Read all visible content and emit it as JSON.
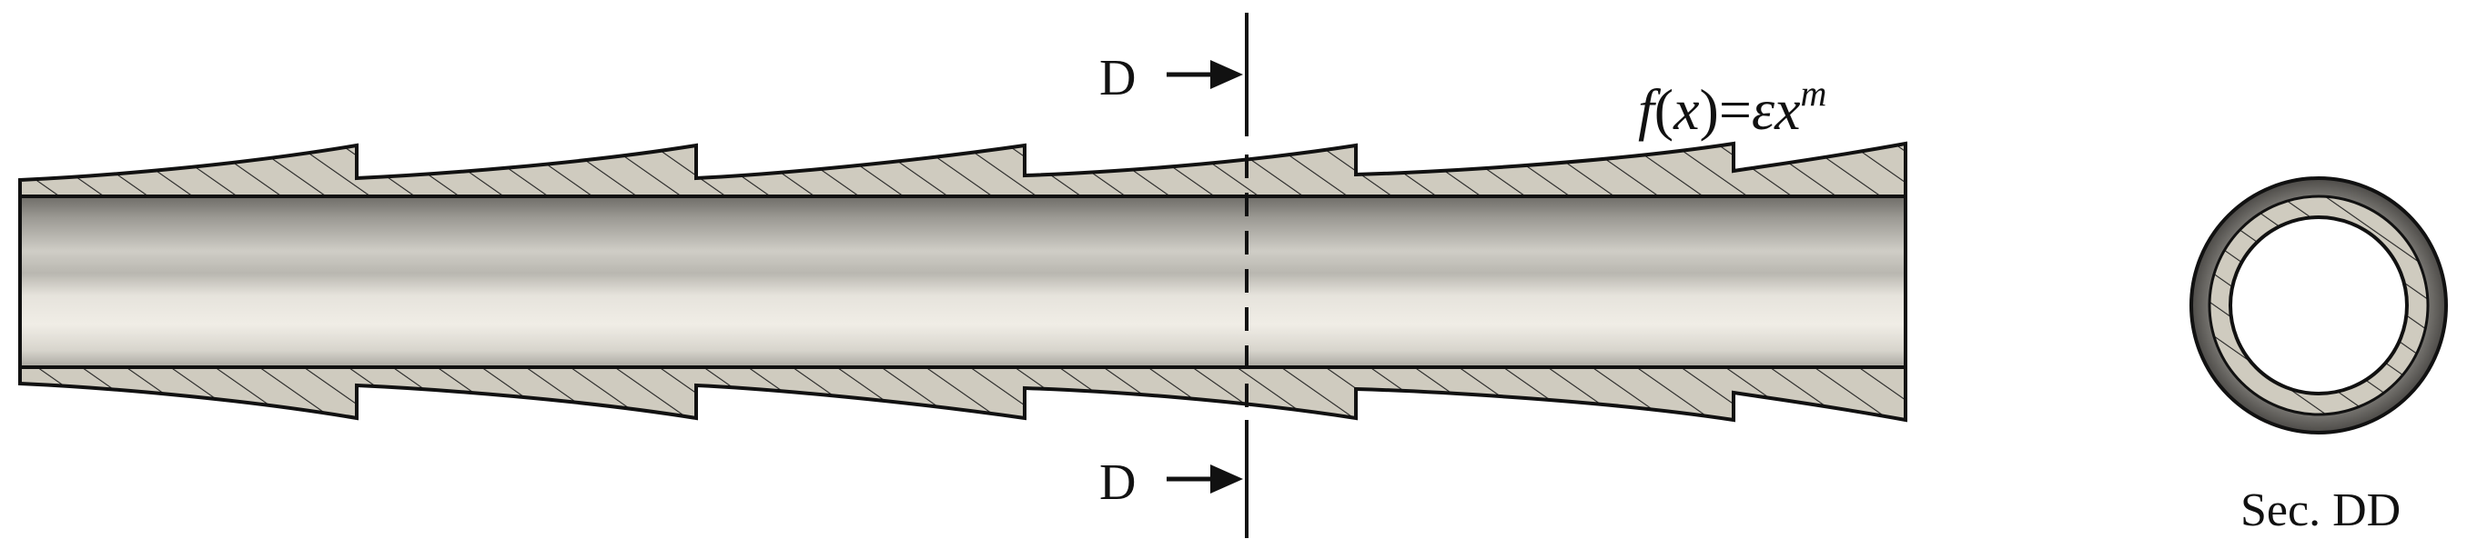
{
  "section_marker_top": "D",
  "section_marker_bottom": "D",
  "formula": {
    "f": "f",
    "open": "(",
    "x": "x",
    "close": ")",
    "equals": "=",
    "epsilon": "ε",
    "x2": "x",
    "exponent": "m"
  },
  "section_label": "Sec. DD",
  "colors": {
    "outline": "#111111",
    "hatch_fill": "#cfcbbf",
    "bore_light": "#ece9e2",
    "bore_dark": "#6e6c67"
  }
}
